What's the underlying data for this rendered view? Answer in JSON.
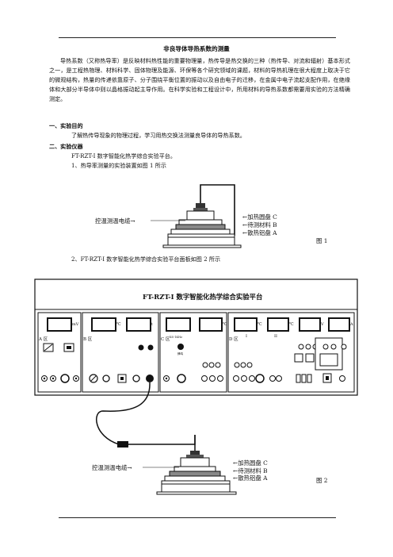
{
  "title": "非良导体导热系数的测量",
  "intro": "导热系数（又称热导率）是反映材料热性能的重要物理量，热传导是热交换的三种（热传导、对流和辐射）基本形式之一，是工程热物理、材料科学、固体物理及能源、环保等各个研究领域的课题，材料的导热机理在很大程度上取决于它的微观结构，热量的传递依靠原子、分子围绕平衡位置的振动以及自由电子的迁移，在金属中电子流起支配作用，在绝缘体和大部分半导体中则以晶格振动起主导作用。在科学实验和工程设计中，所用材料的导热系数都需要用实验的方法精确测定。",
  "s1_heading": "一、实验目的",
  "s1_text": "了解热传导现象的物理过程，学习用热交换法测量良导体的导热系数。",
  "s2_heading": "二、实验仪器",
  "s2_line1": "FT-RZT-I  数字智能化热学综合实验平台。",
  "s2_line2": "1、热导率测量的实验装置如图 1 所示",
  "fig1": {
    "cable_label": "控温测温电缆→",
    "label_c": "←加热圆盘 C",
    "label_b": "←待测材料 B",
    "label_a": "←散热铝盘 A",
    "caption": "图 1"
  },
  "s2_line3": "2、FT-RZT-I  数字智能化热学综合实验平台面板如图 2 所示",
  "panel": {
    "title": "FT-RZT-I  数字智能化热学综合实验平台",
    "zone_a": "A 区",
    "zone_b": "B 区",
    "zone_c": "C 区",
    "zone_d": "D 区",
    "unit_mv": "mV",
    "unit_c1": "℃",
    "unit_t": "t",
    "unit_c2": "℃",
    "unit_c3": "℃",
    "unit_c4": "℃",
    "unit_v": "V",
    "unit_a": "A",
    "sub_c": "XS-1KHz",
    "sub_c2": "蜂鸣",
    "roman_1": "I",
    "roman_2": "II"
  },
  "fig2": {
    "cable_label": "控温测温电缆→",
    "label_c": "←加热圆盘 C",
    "label_b": "←待测材料 B",
    "label_a": "←散热铝盘 A",
    "caption": "图 2"
  }
}
